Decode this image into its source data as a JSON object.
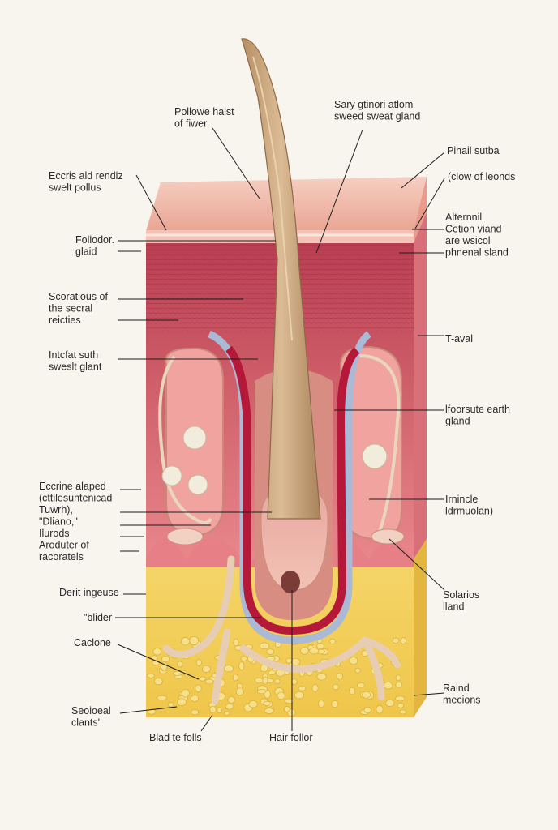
{
  "labels": [
    {
      "id": "pollowe-hair",
      "lines": [
        "Pollowe haist",
        "of fiwer"
      ]
    },
    {
      "id": "sary-gland",
      "lines": [
        "Sary gtinori atlom",
        "sweed sweat gland"
      ]
    },
    {
      "id": "pinail",
      "lines": [
        "Pinail sutba"
      ]
    },
    {
      "id": "eccris",
      "lines": [
        "Eccris ald rendiz",
        "swelt pollus"
      ]
    },
    {
      "id": "clow",
      "lines": [
        "(clow of leonds"
      ]
    },
    {
      "id": "foliodor",
      "lines": [
        "Foliodor.",
        "glaid"
      ]
    },
    {
      "id": "alternnil",
      "lines": [
        "Alternnil",
        "Cetion viand",
        "are wsicol",
        "phnenal sland"
      ]
    },
    {
      "id": "scoratious",
      "lines": [
        "Scoratious of",
        "the secral",
        "reicties"
      ]
    },
    {
      "id": "taval",
      "lines": [
        "T-aval"
      ]
    },
    {
      "id": "intcfat",
      "lines": [
        "Intcfat suth",
        "sweslt glant"
      ]
    },
    {
      "id": "froorsute",
      "lines": [
        "lfoorsute earth",
        "gland"
      ]
    },
    {
      "id": "eccrine",
      "lines": [
        "Eccrine alaped",
        "(cttilesuntenicad",
        "Tuwrh),",
        "\"Dliano,\"",
        "Ilurods",
        "Aroduter of",
        "racoratels"
      ]
    },
    {
      "id": "irnincle",
      "lines": [
        "Irnincle",
        "ldrmuolan)"
      ]
    },
    {
      "id": "derit",
      "lines": [
        "Derit ingeuse"
      ]
    },
    {
      "id": "solarios",
      "lines": [
        "Solarios",
        "lland"
      ]
    },
    {
      "id": "blider",
      "lines": [
        "\"blider"
      ]
    },
    {
      "id": "caclone",
      "lines": [
        "Caclone"
      ]
    },
    {
      "id": "raind",
      "lines": [
        "Raind",
        "mecions"
      ]
    },
    {
      "id": "seoioeal",
      "lines": [
        "Seoioeal",
        "clants'"
      ]
    },
    {
      "id": "blad",
      "lines": [
        "Blad te folls"
      ]
    },
    {
      "id": "hair-follor",
      "lines": [
        "Hair follor"
      ]
    }
  ],
  "colors": {
    "background": "#f8f5ee",
    "epidermis": "#efb7a8",
    "dermis": "#c4485a",
    "dermis_lower": "#e47e84",
    "fat": "#f2cf57",
    "hair_shaft": "#c9a47a",
    "follicle_sheath": "#b6183a",
    "vessel_blue": "#a9b9d6"
  }
}
